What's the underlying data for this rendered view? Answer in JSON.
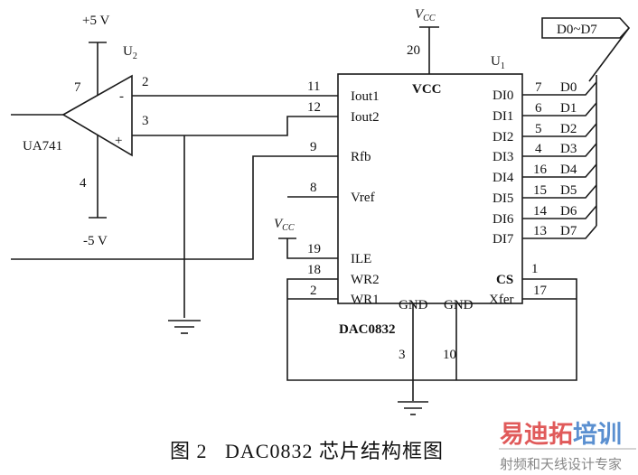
{
  "opamp": {
    "ref": "U",
    "ref_sub": "2",
    "part": "UA741",
    "vpos": "+5 V",
    "vneg": "-5 V",
    "pin_vpos": "7",
    "pin_vneg": "4",
    "pin_inv": "2",
    "pin_noninv": "3",
    "minus_sign": "-",
    "plus_sign": "+"
  },
  "dac": {
    "ref": "U",
    "ref_sub": "1",
    "part": "DAC0832",
    "vcc_label": "V",
    "vcc_sub": "CC",
    "vcc_pin": "20",
    "vcc_internal": "VCC",
    "left_pins": [
      {
        "name": "Iout1",
        "num": "11"
      },
      {
        "name": "Iout2",
        "num": "12"
      },
      {
        "name": "Rfb",
        "num": "9"
      },
      {
        "name": "Vref",
        "num": "8"
      },
      {
        "name": "ILE",
        "num": "19"
      },
      {
        "name": "WR2",
        "num": "18"
      },
      {
        "name": "WR1",
        "num": "2"
      }
    ],
    "right_pins": [
      {
        "name": "DI0",
        "num": "7",
        "net": "D0"
      },
      {
        "name": "DI1",
        "num": "6",
        "net": "D1"
      },
      {
        "name": "DI2",
        "num": "5",
        "net": "D2"
      },
      {
        "name": "DI3",
        "num": "4",
        "net": "D3"
      },
      {
        "name": "DI4",
        "num": "16",
        "net": "D4"
      },
      {
        "name": "DI5",
        "num": "15",
        "net": "D5"
      },
      {
        "name": "DI6",
        "num": "14",
        "net": "D6"
      },
      {
        "name": "DI7",
        "num": "13",
        "net": "D7"
      }
    ],
    "cs": {
      "name": "CS",
      "num": "1"
    },
    "xfer": {
      "name": "Xfer",
      "num": "17"
    },
    "gnd_pins": [
      {
        "name": "GND",
        "num": "3"
      },
      {
        "name": "GND",
        "num": "10"
      }
    ],
    "ile_vcc_label": "V",
    "ile_vcc_sub": "CC"
  },
  "bus_label": "D0~D7",
  "caption": "图 2   DAC0832 芯片结构框图",
  "watermark": {
    "line1_red": "易迪拓",
    "line1_blue": "培训",
    "line2": "射频和天线设计专家",
    "red": "#e05a5a",
    "blue": "#5a8fd0"
  }
}
